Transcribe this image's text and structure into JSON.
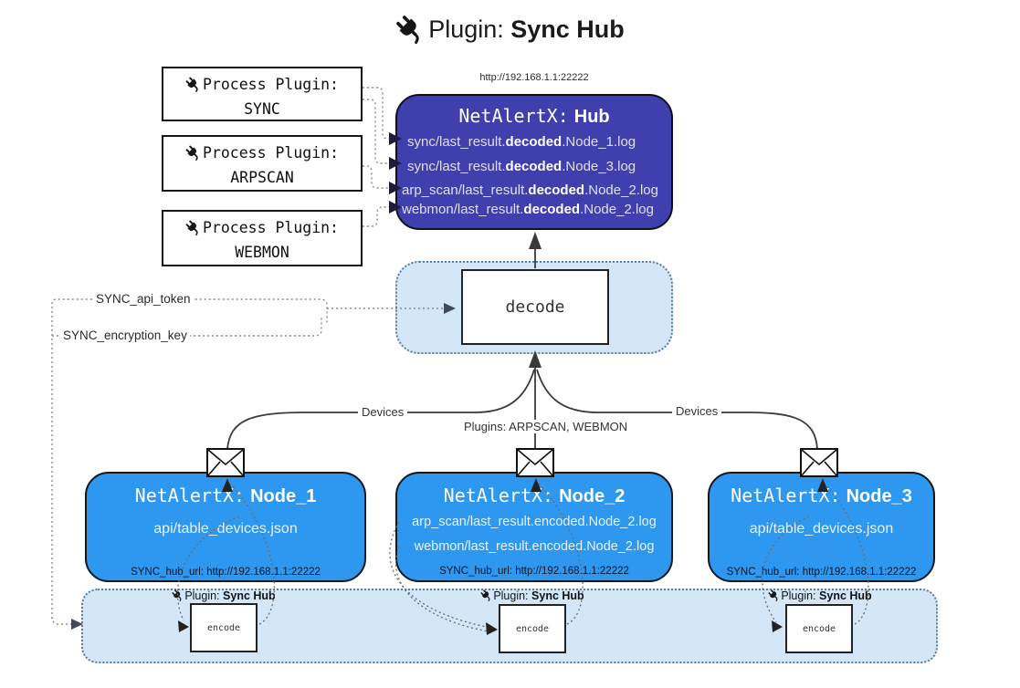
{
  "title": {
    "prefix": "Plugin:",
    "name": "Sync Hub"
  },
  "hub": {
    "url_label": "http://192.168.1.1:22222",
    "name_prefix": "NetAlertX:",
    "name": "Hub",
    "logs": [
      {
        "pre": "sync/last_result.",
        "bold": "decoded",
        "post": ".Node_1.log"
      },
      {
        "pre": "sync/last_result.",
        "bold": "decoded",
        "post": ".Node_3.log"
      },
      {
        "pre": "arp_scan/last_result.",
        "bold": "decoded",
        "post": ".Node_2.log"
      },
      {
        "pre": "webmon/last_result.",
        "bold": "decoded",
        "post": ".Node_2.log"
      }
    ]
  },
  "process_plugins": [
    {
      "label": "Process Plugin:",
      "name": "SYNC"
    },
    {
      "label": "Process Plugin:",
      "name": "ARPSCAN"
    },
    {
      "label": "Process Plugin:",
      "name": "WEBMON"
    }
  ],
  "settings": {
    "api_token": "SYNC_api_token",
    "encryption_key": "SYNC_encryption_key"
  },
  "decode_label": "decode",
  "edge_labels": {
    "devices_left": "Devices",
    "plugins_mid": "Plugins: ARPSCAN, WEBMON",
    "devices_right": "Devices"
  },
  "nodes": [
    {
      "name_prefix": "NetAlertX:",
      "name": "Node_1",
      "files": [
        "api/table_devices.json"
      ],
      "hub_url": "SYNC_hub_url: http://192.168.1.1:22222",
      "plugin_prefix": "Plugin:",
      "plugin_name": "Sync Hub",
      "encode_label": "encode"
    },
    {
      "name_prefix": "NetAlertX:",
      "name": "Node_2",
      "files": [
        "arp_scan/last_result.encoded.Node_2.log",
        "webmon/last_result.encoded.Node_2.log"
      ],
      "hub_url": "SYNC_hub_url: http://192.168.1.1:22222",
      "plugin_prefix": "Plugin:",
      "plugin_name": "Sync Hub",
      "encode_label": "encode"
    },
    {
      "name_prefix": "NetAlertX:",
      "name": "Node_3",
      "files": [
        "api/table_devices.json"
      ],
      "hub_url": "SYNC_hub_url: http://192.168.1.1:22222",
      "plugin_prefix": "Plugin:",
      "plugin_name": "Sync Hub",
      "encode_label": "encode"
    }
  ],
  "colors": {
    "hub_fill": "#3f3fae",
    "node_fill": "#2e97f0",
    "band_fill": "#d4e7f8",
    "band_border": "#5b7e9e",
    "dotted_connector": "#8a8a8a",
    "solid_edge": "#3a3a3a"
  }
}
